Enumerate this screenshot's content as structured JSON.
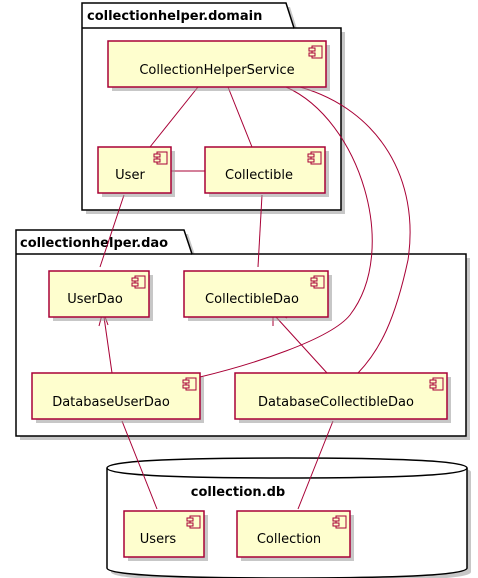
{
  "packages": {
    "domain": "collectionhelper.domain",
    "dao": "collectionhelper.dao",
    "db": "collection.db"
  },
  "components": {
    "collection_helper_service": "CollectionHelperService",
    "user": "User",
    "collectible": "Collectible",
    "user_dao": "UserDao",
    "collectible_dao": "CollectibleDao",
    "database_user_dao": "DatabaseUserDao",
    "database_collectible_dao": "DatabaseCollectibleDao",
    "users": "Users",
    "collection": "Collection"
  },
  "colors": {
    "component_fill": "#FEFECE",
    "component_border": "#A80036",
    "edge": "#A80036",
    "package_border": "#000000"
  }
}
